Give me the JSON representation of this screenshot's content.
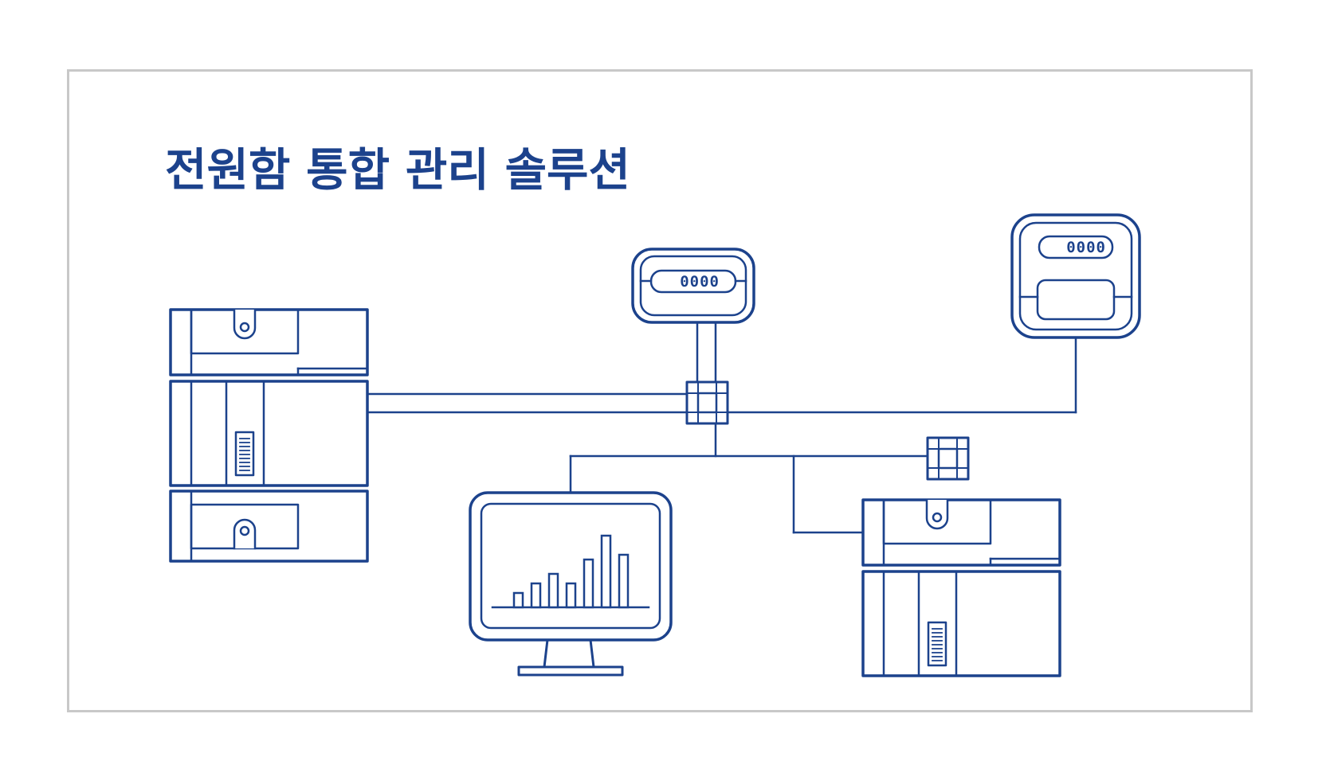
{
  "title": "전원함 통합 관리 솔루션",
  "colors": {
    "accent": "#1c428c",
    "frame": "#c8c8c8",
    "background": "#ffffff"
  },
  "meters": {
    "left": {
      "display": "0000"
    },
    "right": {
      "display": "0000"
    }
  },
  "monitor": {
    "bars": [
      3,
      5,
      7,
      5,
      10,
      15,
      11
    ]
  },
  "icons": [
    "power-cabinet-icon",
    "power-cabinet-icon",
    "electric-meter-icon",
    "electric-meter-icon",
    "network-hub-icon",
    "network-hub-icon",
    "monitor-chart-icon"
  ]
}
